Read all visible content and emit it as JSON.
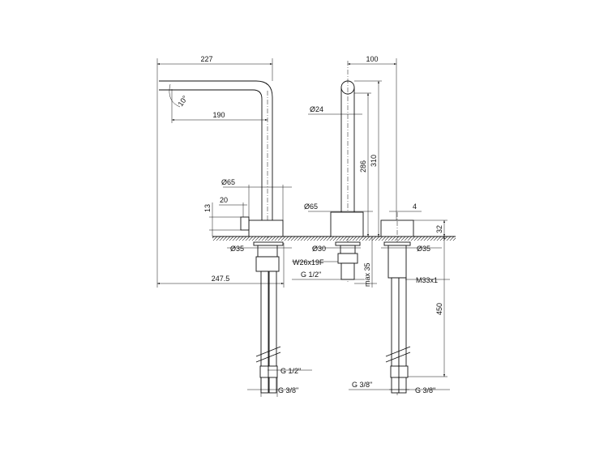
{
  "drawing": {
    "left_mixer": {
      "width": "227",
      "spout_angle": "10°",
      "spout_reach": "190",
      "body_dia": "Ø65",
      "lever_len": "20",
      "lever_height": "13",
      "shank_dia": "Ø35",
      "total_reach": "247.5",
      "hose_conn_top": "G 1/2\"",
      "hose_conn_bottom": "G 3/8\""
    },
    "spout": {
      "reach": "100",
      "tube_dia": "Ø24",
      "height_outlet": "286",
      "height_total": "310",
      "base_dia": "Ø65",
      "shank_dia": "Ø30",
      "nut": "W26x19F",
      "thread": "G 1/2\"",
      "max_deck": "max 35"
    },
    "control": {
      "knob": "4",
      "height": "32",
      "shank_dia": "Ø35",
      "thread": "M33x1",
      "hose_len": "450",
      "hose_conn_left": "G 3/8\"",
      "hose_conn_right": "G 3/8\""
    }
  }
}
